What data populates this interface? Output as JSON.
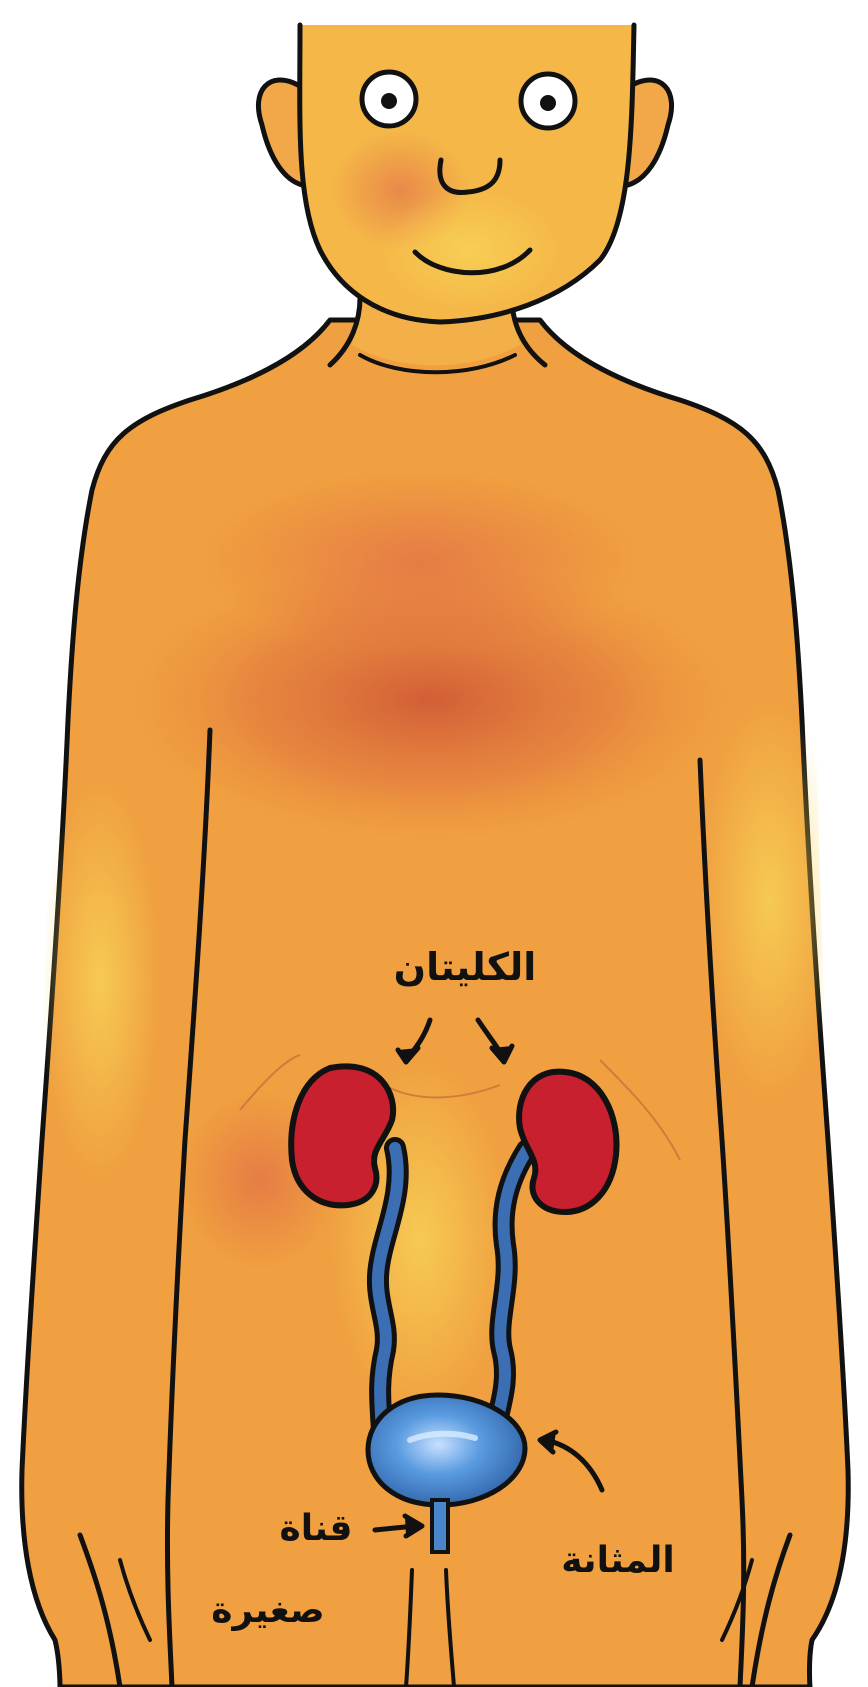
{
  "labels": {
    "kidneys": "الكليتان",
    "bladder": "المثانة",
    "urethra_line1": "قناة",
    "urethra_line2": "صغيرة"
  },
  "colors": {
    "background": "#ffffff",
    "skin": "#f0a040",
    "skin_light": "#f7c350",
    "skin_blush": "#d9504a",
    "outline": "#111111",
    "kidney": "#c8202e",
    "ureter": "#3c6eb4",
    "bladder": "#5a9be0"
  },
  "icons": {
    "kidney": "kidney-icon",
    "bladder": "bladder-icon",
    "face": "face-icon"
  }
}
